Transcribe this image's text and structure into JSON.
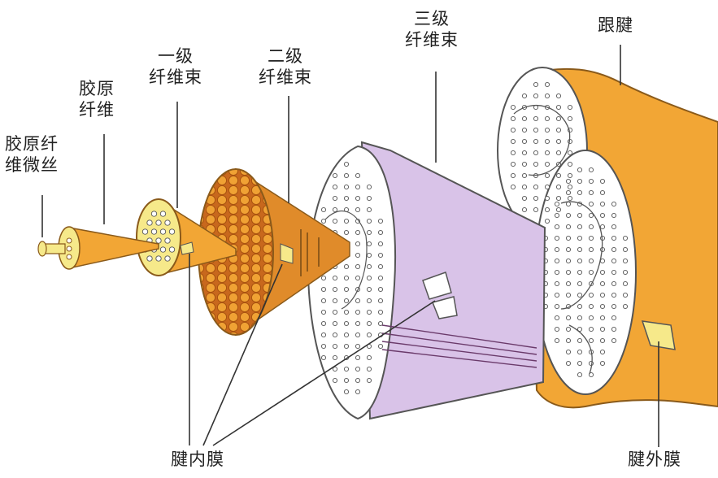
{
  "diagram": {
    "labels": {
      "microfibril": [
        "胶原纤",
        "维微丝"
      ],
      "fibril": [
        "胶原",
        "纤维"
      ],
      "primary_bundle": [
        "一级",
        "纤维束"
      ],
      "secondary_bundle": [
        "二级",
        "纤维束"
      ],
      "tertiary_bundle": [
        "三级",
        "纤维束"
      ],
      "tendon": "跟腱",
      "endotenon": "腱内膜",
      "epitenon": "腱外膜"
    },
    "colors": {
      "orange": "#f2a635",
      "orange_dark": "#d9841c",
      "yellow": "#f6e98a",
      "purple": "#d9c3e8",
      "bundle_fill": "#c86a1e",
      "line": "#333333"
    }
  }
}
